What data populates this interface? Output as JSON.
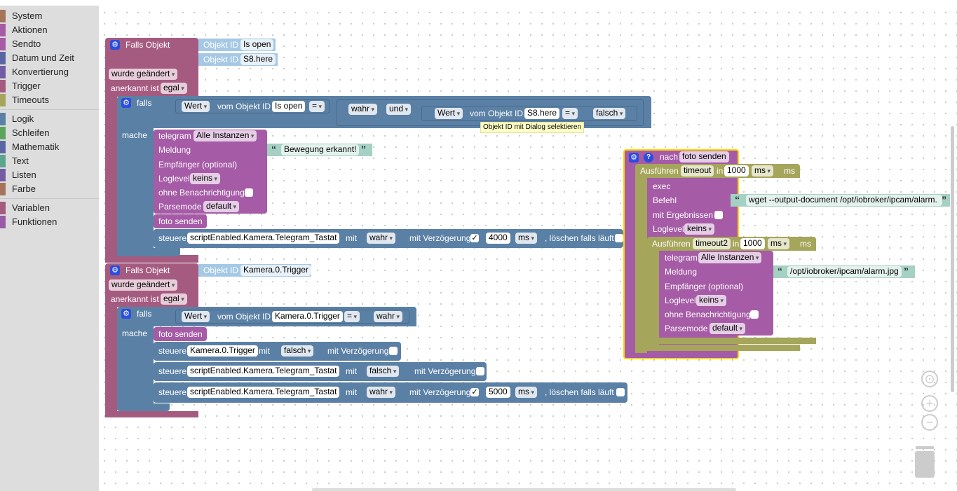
{
  "colors": {
    "event": "#a55b80",
    "logic": "#5b80a5",
    "timeout": "#a5a55b",
    "object": "#5ba5a5",
    "text": "#a5d0c4",
    "action": "#a55ba5",
    "system": "#a5745b",
    "sendto": "#a55ba5",
    "highlight": "#ffd700",
    "gear": "#2a4de0"
  },
  "sidebar": {
    "items": [
      {
        "label": "System",
        "color": "#a5745b"
      },
      {
        "label": "Aktionen",
        "color": "#a55ba5"
      },
      {
        "label": "Sendto",
        "color": "#a55ba5"
      },
      {
        "label": "Datum und Zeit",
        "color": "#5b67a5"
      },
      {
        "label": "Konvertierung",
        "color": "#745ba5"
      },
      {
        "label": "Trigger",
        "color": "#a55b80"
      },
      {
        "label": "Timeouts",
        "color": "#a5a55b"
      },
      {
        "label": "Logik",
        "color": "#5b80a5"
      },
      {
        "label": "Schleifen",
        "color": "#5ba55b"
      },
      {
        "label": "Mathematik",
        "color": "#5b67a5"
      },
      {
        "label": "Text",
        "color": "#5ba58c"
      },
      {
        "label": "Listen",
        "color": "#745ba5"
      },
      {
        "label": "Farbe",
        "color": "#a5745b"
      },
      {
        "label": "Variablen",
        "color": "#a55b80"
      },
      {
        "label": "Funktionen",
        "color": "#995ba5"
      }
    ]
  },
  "b1": {
    "title": "Falls Objekt",
    "objid_label": "Objekt ID",
    "obj1": "Is open",
    "obj2": "S8.here",
    "changed": "wurde geändert",
    "ack_label": "anerkannt ist",
    "ack": "egal",
    "if_label": "falls",
    "do_label": "mache",
    "wert": "Wert",
    "vom": "vom Objekt ID",
    "cond_obj": "Is open",
    "eq": "=",
    "and_val": "wahr",
    "and": "und",
    "cond2_obj": "S8.here",
    "cond2_val": "falsch",
    "tooltip": "Objekt ID mit Dialog selektieren",
    "telegram": "telegram",
    "instances": "Alle Instanzen",
    "message": "Meldung",
    "msg_text": "Bewegung erkannt!",
    "recipient": "Empfänger (optional)",
    "loglevel": "Loglevel",
    "loglevel_val": "keins",
    "silent": "ohne Benachrichtigung",
    "parsemode": "Parsemode",
    "parsemode_val": "default",
    "call": "foto senden",
    "control": "steuere",
    "ctrl_obj": "scriptEnabled.Kamera.Telegram_Tastat",
    "with": "mit",
    "ctrl_val": "wahr",
    "delay": "mit Verzögerung",
    "check": "✓",
    "delay_val": "4000",
    "unit": "ms",
    "clear": ", löschen falls läuft"
  },
  "b2": {
    "title": "Falls Objekt",
    "objid_label": "Objekt ID",
    "obj1": "Kamera.0.Trigger",
    "changed": "wurde geändert",
    "ack_label": "anerkannt ist",
    "ack": "egal",
    "if_label": "falls",
    "do_label": "mache",
    "wert": "Wert",
    "vom": "vom Objekt ID",
    "cond_obj": "Kamera.0.Trigger",
    "eq": "=",
    "cond_val": "wahr",
    "call": "foto senden",
    "control": "steuere",
    "ctrl1_obj": "Kamera.0.Trigger",
    "with": "mit",
    "ctrl1_val": "falsch",
    "delay": "mit Verzögerung",
    "ctrl2_obj": "scriptEnabled.Kamera.Telegram_Tastat",
    "ctrl2_val": "falsch",
    "ctrl3_obj": "scriptEnabled.Kamera.Telegram_Tastat",
    "ctrl3_val": "wahr",
    "check": "✓",
    "delay_val": "5000",
    "unit": "ms",
    "clear": ", löschen falls läuft"
  },
  "fn": {
    "help": "?",
    "title": "nach",
    "name": "foto senden",
    "run": "Ausführen",
    "timeout1": "timeout",
    "in": "in",
    "t1_val": "1000",
    "unit": "ms",
    "exec": "exec",
    "cmd_label": "Befehl",
    "cmd": "wget --output-document /opt/iobroker/ipcam/alarm.",
    "with_result": "mit Ergebnissen",
    "loglevel": "Loglevel",
    "loglevel_val": "keins",
    "timeout2": "timeout2",
    "t2_val": "1000",
    "telegram": "telegram",
    "instances": "Alle Instanzen",
    "message": "Meldung",
    "msg_text": "/opt/iobroker/ipcam/alarm.jpg",
    "recipient": "Empfänger (optional)",
    "loglevel2": "Loglevel",
    "loglevel2_val": "keins",
    "silent": "ohne Benachrichtigung",
    "parsemode": "Parsemode",
    "parsemode_val": "default"
  },
  "controls": {
    "center": "⊙",
    "zoom_in": "+",
    "zoom_out": "−"
  }
}
